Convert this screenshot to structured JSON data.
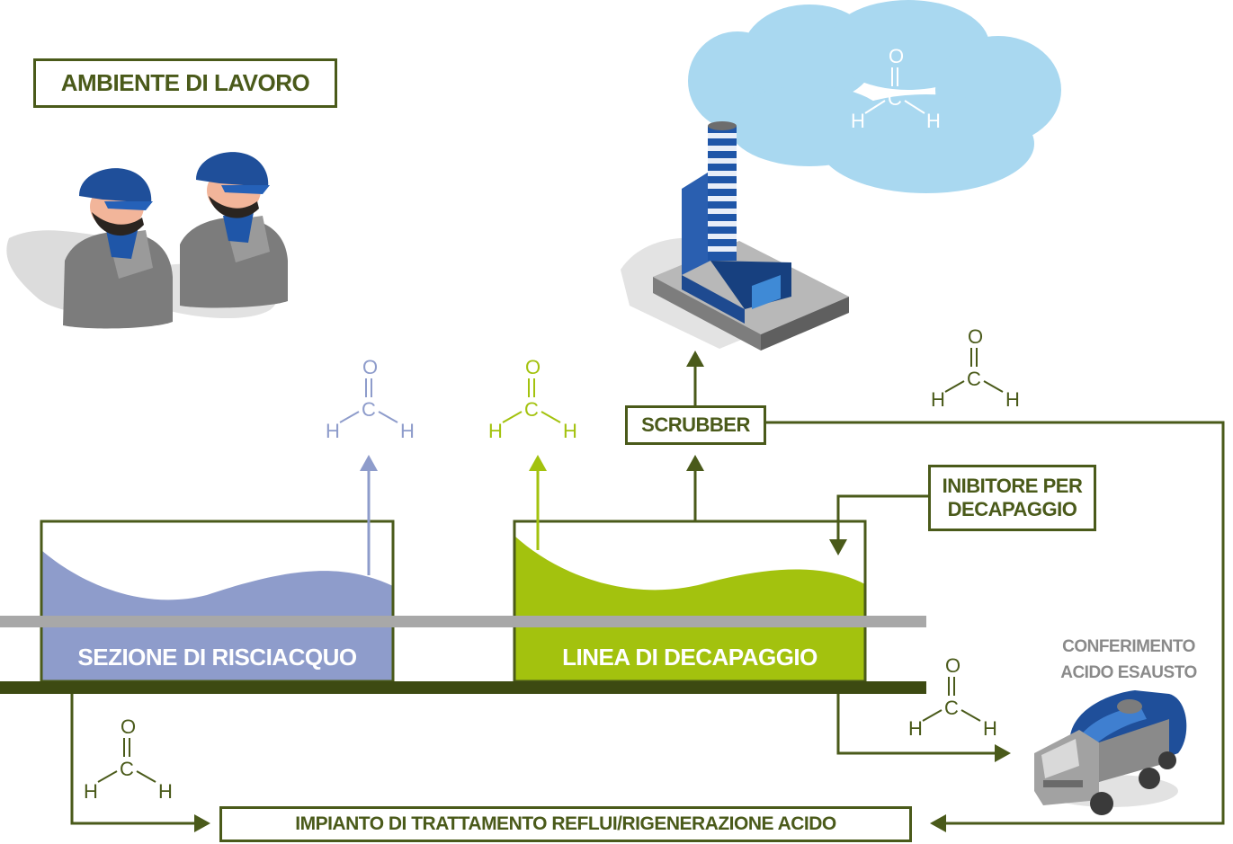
{
  "labels": {
    "work_environment": "AMBIENTE DI LAVORO",
    "scrubber": "SCRUBBER",
    "inhibitor_line1": "INIBITORE PER",
    "inhibitor_line2": "DECAPAGGIO",
    "rinse_section": "SEZIONE DI RISCIACQUO",
    "pickling_line": "LINEA DI DECAPAGGIO",
    "spent_acid_line1": "CONFERIMENTO",
    "spent_acid_line2": "ACIDO ESAUSTO",
    "treatment_plant": "IMPIANTO DI TRATTAMENTO REFLUI/RIGENERAZIONE ACIDO"
  },
  "molecule": {
    "o": "O",
    "c": "C",
    "h": "H"
  },
  "colors": {
    "dark_green": "#4a5a1a",
    "lime": "#a3c20e",
    "lavender": "#8e9ccb",
    "cloud": "#a9d8f0",
    "grey_bar": "#a8a8a8",
    "blue": "#1f56a8"
  }
}
